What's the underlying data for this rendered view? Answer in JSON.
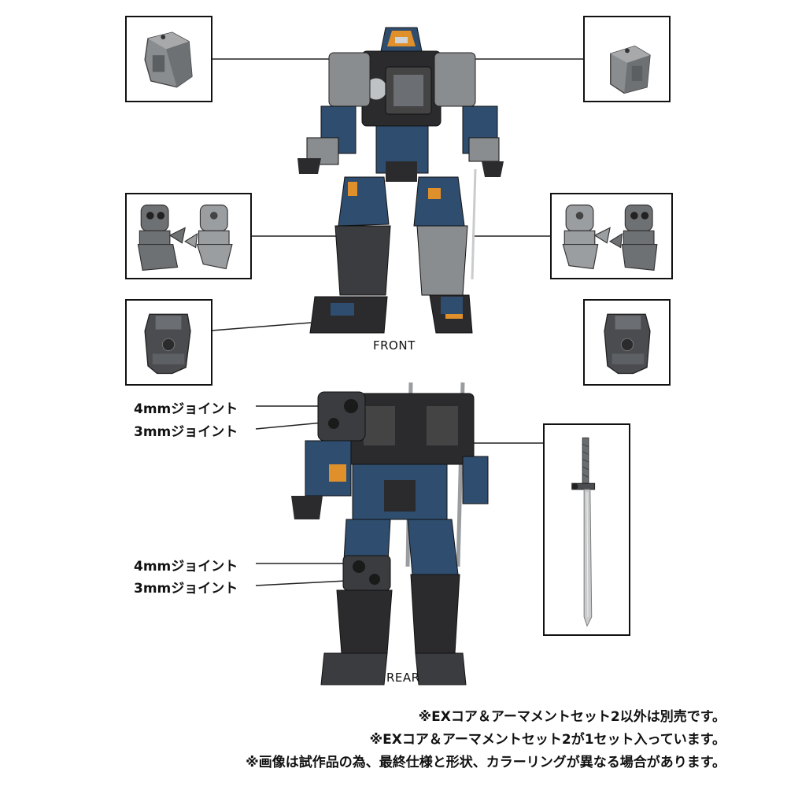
{
  "views": {
    "front_label": "FRONT",
    "rear_label": "REAR"
  },
  "joints": {
    "upper_4mm": "4mmジョイント",
    "upper_3mm": "3mmジョイント",
    "lower_4mm": "4mmジョイント",
    "lower_3mm": "3mmジョイント"
  },
  "notes": [
    "※EXコア＆アーマメントセット2以外は別売です。",
    "※EXコア＆アーマメントセット2が1セット入っています。",
    "※画像は試作品の為、最終仕様と形状、カラーリングが異なる場合があります。"
  ],
  "colors": {
    "armor_blue": "#2f4d6e",
    "armor_gray": "#8a8d90",
    "frame_dark": "#2b2b2e",
    "accent_orange": "#e0902a"
  }
}
